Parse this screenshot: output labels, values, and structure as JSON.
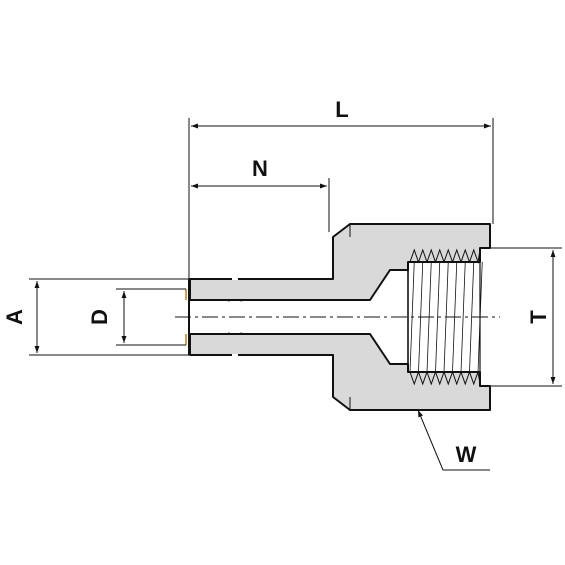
{
  "diagram": {
    "labels": {
      "overall_length": "L",
      "tube_length": "N",
      "tube_od": "A",
      "bore": "D",
      "thread": "T",
      "hex": "W"
    },
    "colors": {
      "body_fill": "#d9d9d9",
      "line": "#111111",
      "background": "#ffffff",
      "tube_end_accent": "#c8a060"
    }
  }
}
